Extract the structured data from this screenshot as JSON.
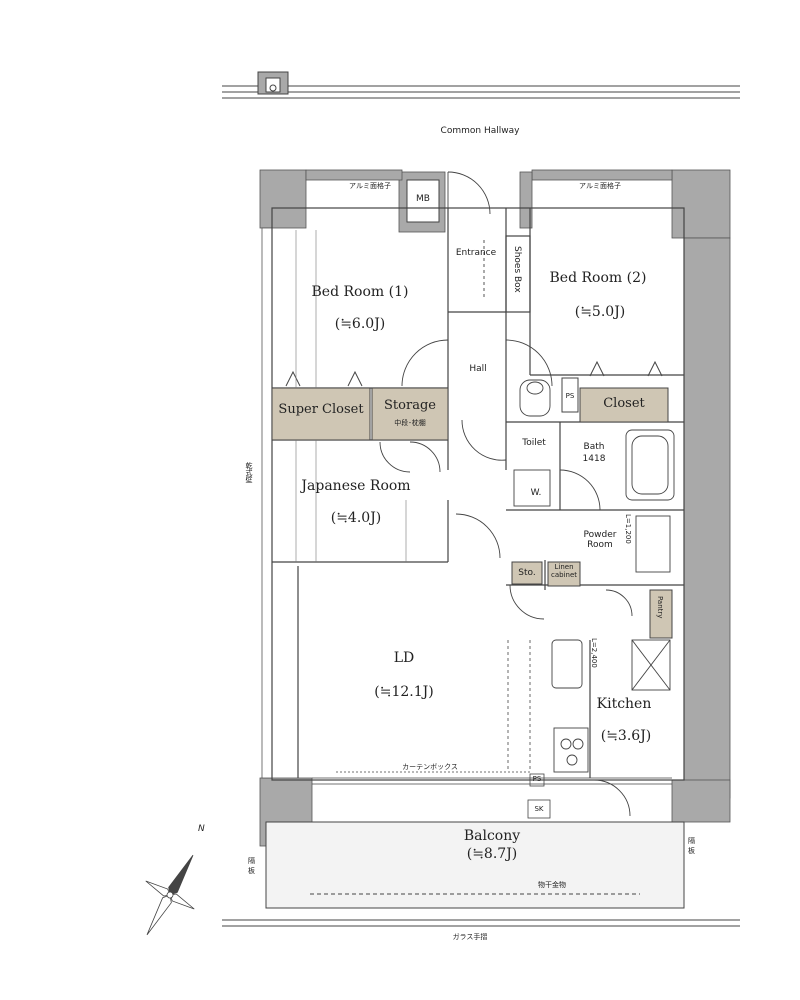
{
  "labels": {
    "common_hallway": "Common Hallway",
    "alumi_left": "アルミ面格子",
    "alumi_right": "アルミ面格子",
    "mb": "MB",
    "entrance": "Entrance",
    "shoes_box": "Shoes Box",
    "bedroom1": "Bed Room (1)",
    "bedroom1_area": "(≒6.0J)",
    "bedroom2": "Bed Room (2)",
    "bedroom2_area": "(≒5.0J)",
    "hall": "Hall",
    "super_closet": "Super Closet",
    "storage": "Storage",
    "storage_sub": "中段･枕棚",
    "ps_top": "PS",
    "closet": "Closet",
    "toilet": "Toilet",
    "bath": "Bath",
    "bath_size": "1418",
    "japanese_room": "Japanese Room",
    "japanese_area": "(≒4.0J)",
    "w": "W.",
    "drywall": "乾式壁",
    "powder_room": "Powder Room",
    "l1200": "L=1,200",
    "sto": "Sto.",
    "linen_cabinet": "Linen cabinet",
    "pantry": "Pantry",
    "ld": "LD",
    "ld_area": "(≒12.1J)",
    "l2400": "L=2,400",
    "kitchen": "Kitchen",
    "kitchen_area": "(≒3.6J)",
    "curtain_box": "カーテンボックス",
    "ps_bottom": "PS",
    "sk": "SK",
    "balcony": "Balcony",
    "balcony_area": "(≒8.7J)",
    "partition_left": "隔板",
    "partition_right": "隔板",
    "drying_hardware": "物干金物",
    "glass_handrail": "ガラス手摺",
    "north": "N"
  },
  "colors": {
    "wall": "#a9a9a9",
    "wall_dark": "#8f8f8f",
    "line": "#444444",
    "closet_fill": "#cfc6b4",
    "balcony_fill": "#f3f3f3",
    "floor": "#ffffff"
  }
}
